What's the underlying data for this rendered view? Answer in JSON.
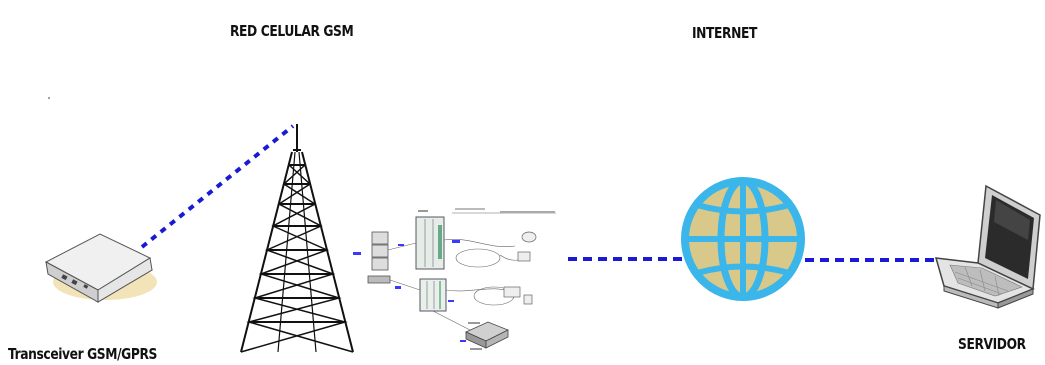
{
  "labels": {
    "cellular_network": "RED CELULAR GSM",
    "internet": "INTERNET",
    "transceiver": "Transceiver GSM/GPRS",
    "server": "SERVIDOR"
  },
  "colors": {
    "link_dashes": "#1a1ad6",
    "globe_fill": "#d8c98a",
    "globe_lines": "#3bb6ea",
    "tower": "#111111",
    "device_body": "#eeeeee",
    "device_shadow": "#f2e4b8"
  },
  "icons": [
    "transceiver-device-icon",
    "cell-tower-icon",
    "core-network-equipment-icon",
    "globe-icon",
    "laptop-icon"
  ]
}
